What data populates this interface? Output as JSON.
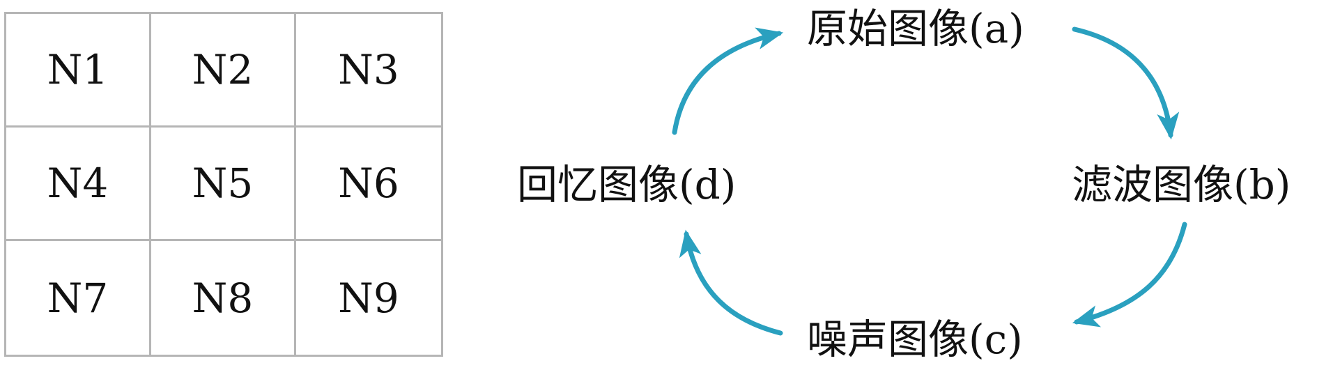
{
  "grid": {
    "cells": [
      "N1",
      "N2",
      "N3",
      "N4",
      "N5",
      "N6",
      "N7",
      "N8",
      "N9"
    ]
  },
  "cycle": {
    "a": "原始图像(a)",
    "b": "滤波图像(b)",
    "c": "噪声图像(c)",
    "d": "回忆图像(d)"
  },
  "colors": {
    "arrow": "#2aa0bf",
    "grid_line": "#b5b5b5",
    "text": "#111111"
  }
}
